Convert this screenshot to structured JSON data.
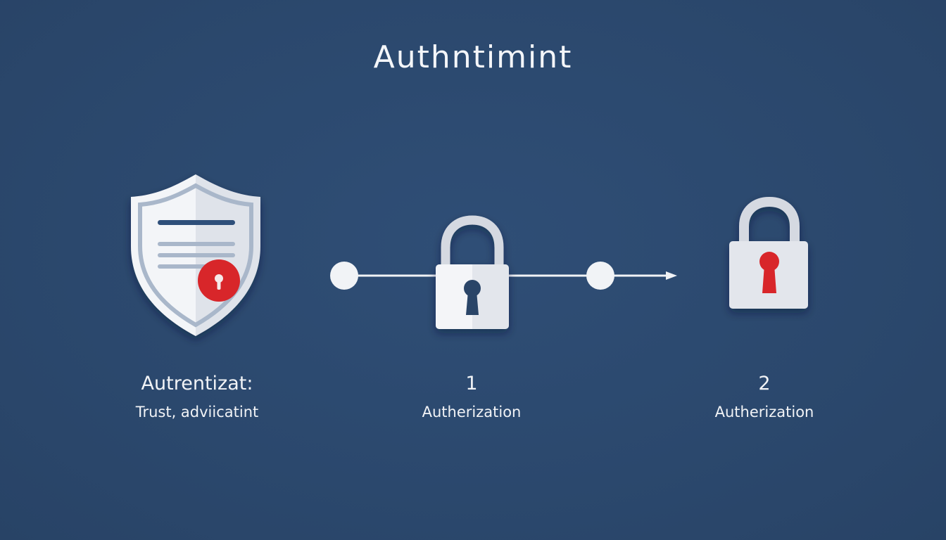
{
  "title": "Authntimint",
  "steps": [
    {
      "heading": "Autrentizat:",
      "caption": "Trust, adviicatint",
      "icon": "shield-document-icon"
    },
    {
      "heading": "1",
      "caption": "Autherization",
      "icon": "padlock-icon"
    },
    {
      "heading": "2",
      "caption": "Autherization",
      "icon": "padlock-red-keyhole-icon"
    }
  ],
  "colors": {
    "background": "#2c4a70",
    "icon_light": "#eef0f4",
    "icon_shade": "#c9ced8",
    "accent_red": "#d8262c",
    "text": "#f2f4f7"
  }
}
